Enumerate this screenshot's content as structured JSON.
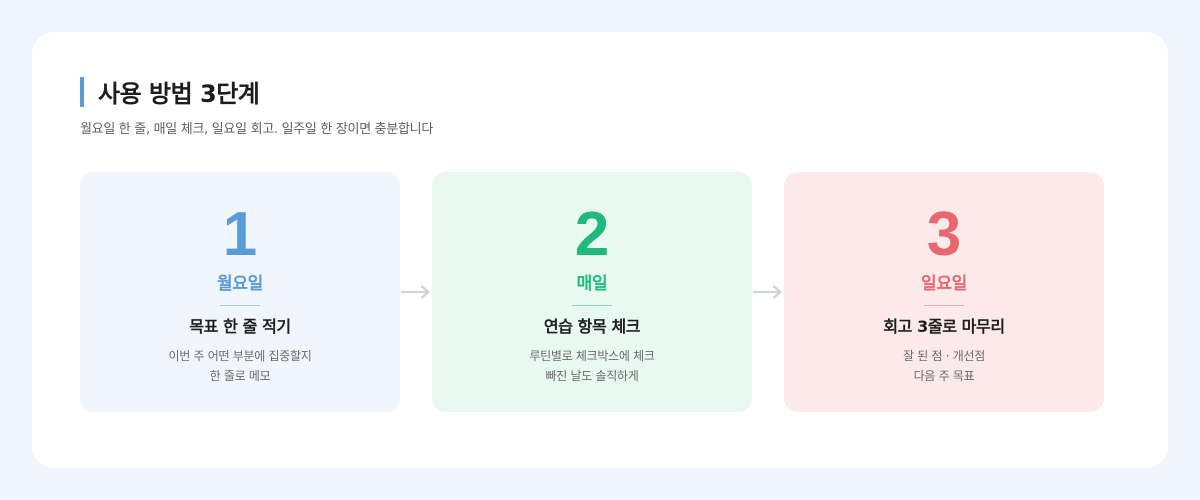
{
  "header": {
    "title": "사용 방법 3단계",
    "subtitle": "월요일 한 줄, 매일 체크, 일요일 회고. 일주일 한 장이면 충분합니다"
  },
  "steps": [
    {
      "number": "1",
      "when": "월요일",
      "heading": "목표 한 줄 적기",
      "desc_line1": "이번 주 어떤 부분에 집중할지",
      "desc_line2": "한 줄로 메모",
      "accent": "#5b9bd5",
      "background": "#eff6fd"
    },
    {
      "number": "2",
      "when": "매일",
      "heading": "연습 항목 체크",
      "desc_line1": "루틴별로 체크박스에 체크",
      "desc_line2": "빠진 날도 솔직하게",
      "accent": "#1fb97a",
      "background": "#e8f9f1"
    },
    {
      "number": "3",
      "when": "일요일",
      "heading": "회고 3줄로 마무리",
      "desc_line1": "잘 된 점 · 개선점",
      "desc_line2": "다음 주 목표",
      "accent": "#e8686f",
      "background": "#fce9ea"
    }
  ],
  "icons": {
    "arrow": "arrow-right-icon"
  },
  "colors": {
    "page_background": "#eff6fd",
    "panel_background": "#ffffff",
    "arrow": "#cfd3da"
  }
}
